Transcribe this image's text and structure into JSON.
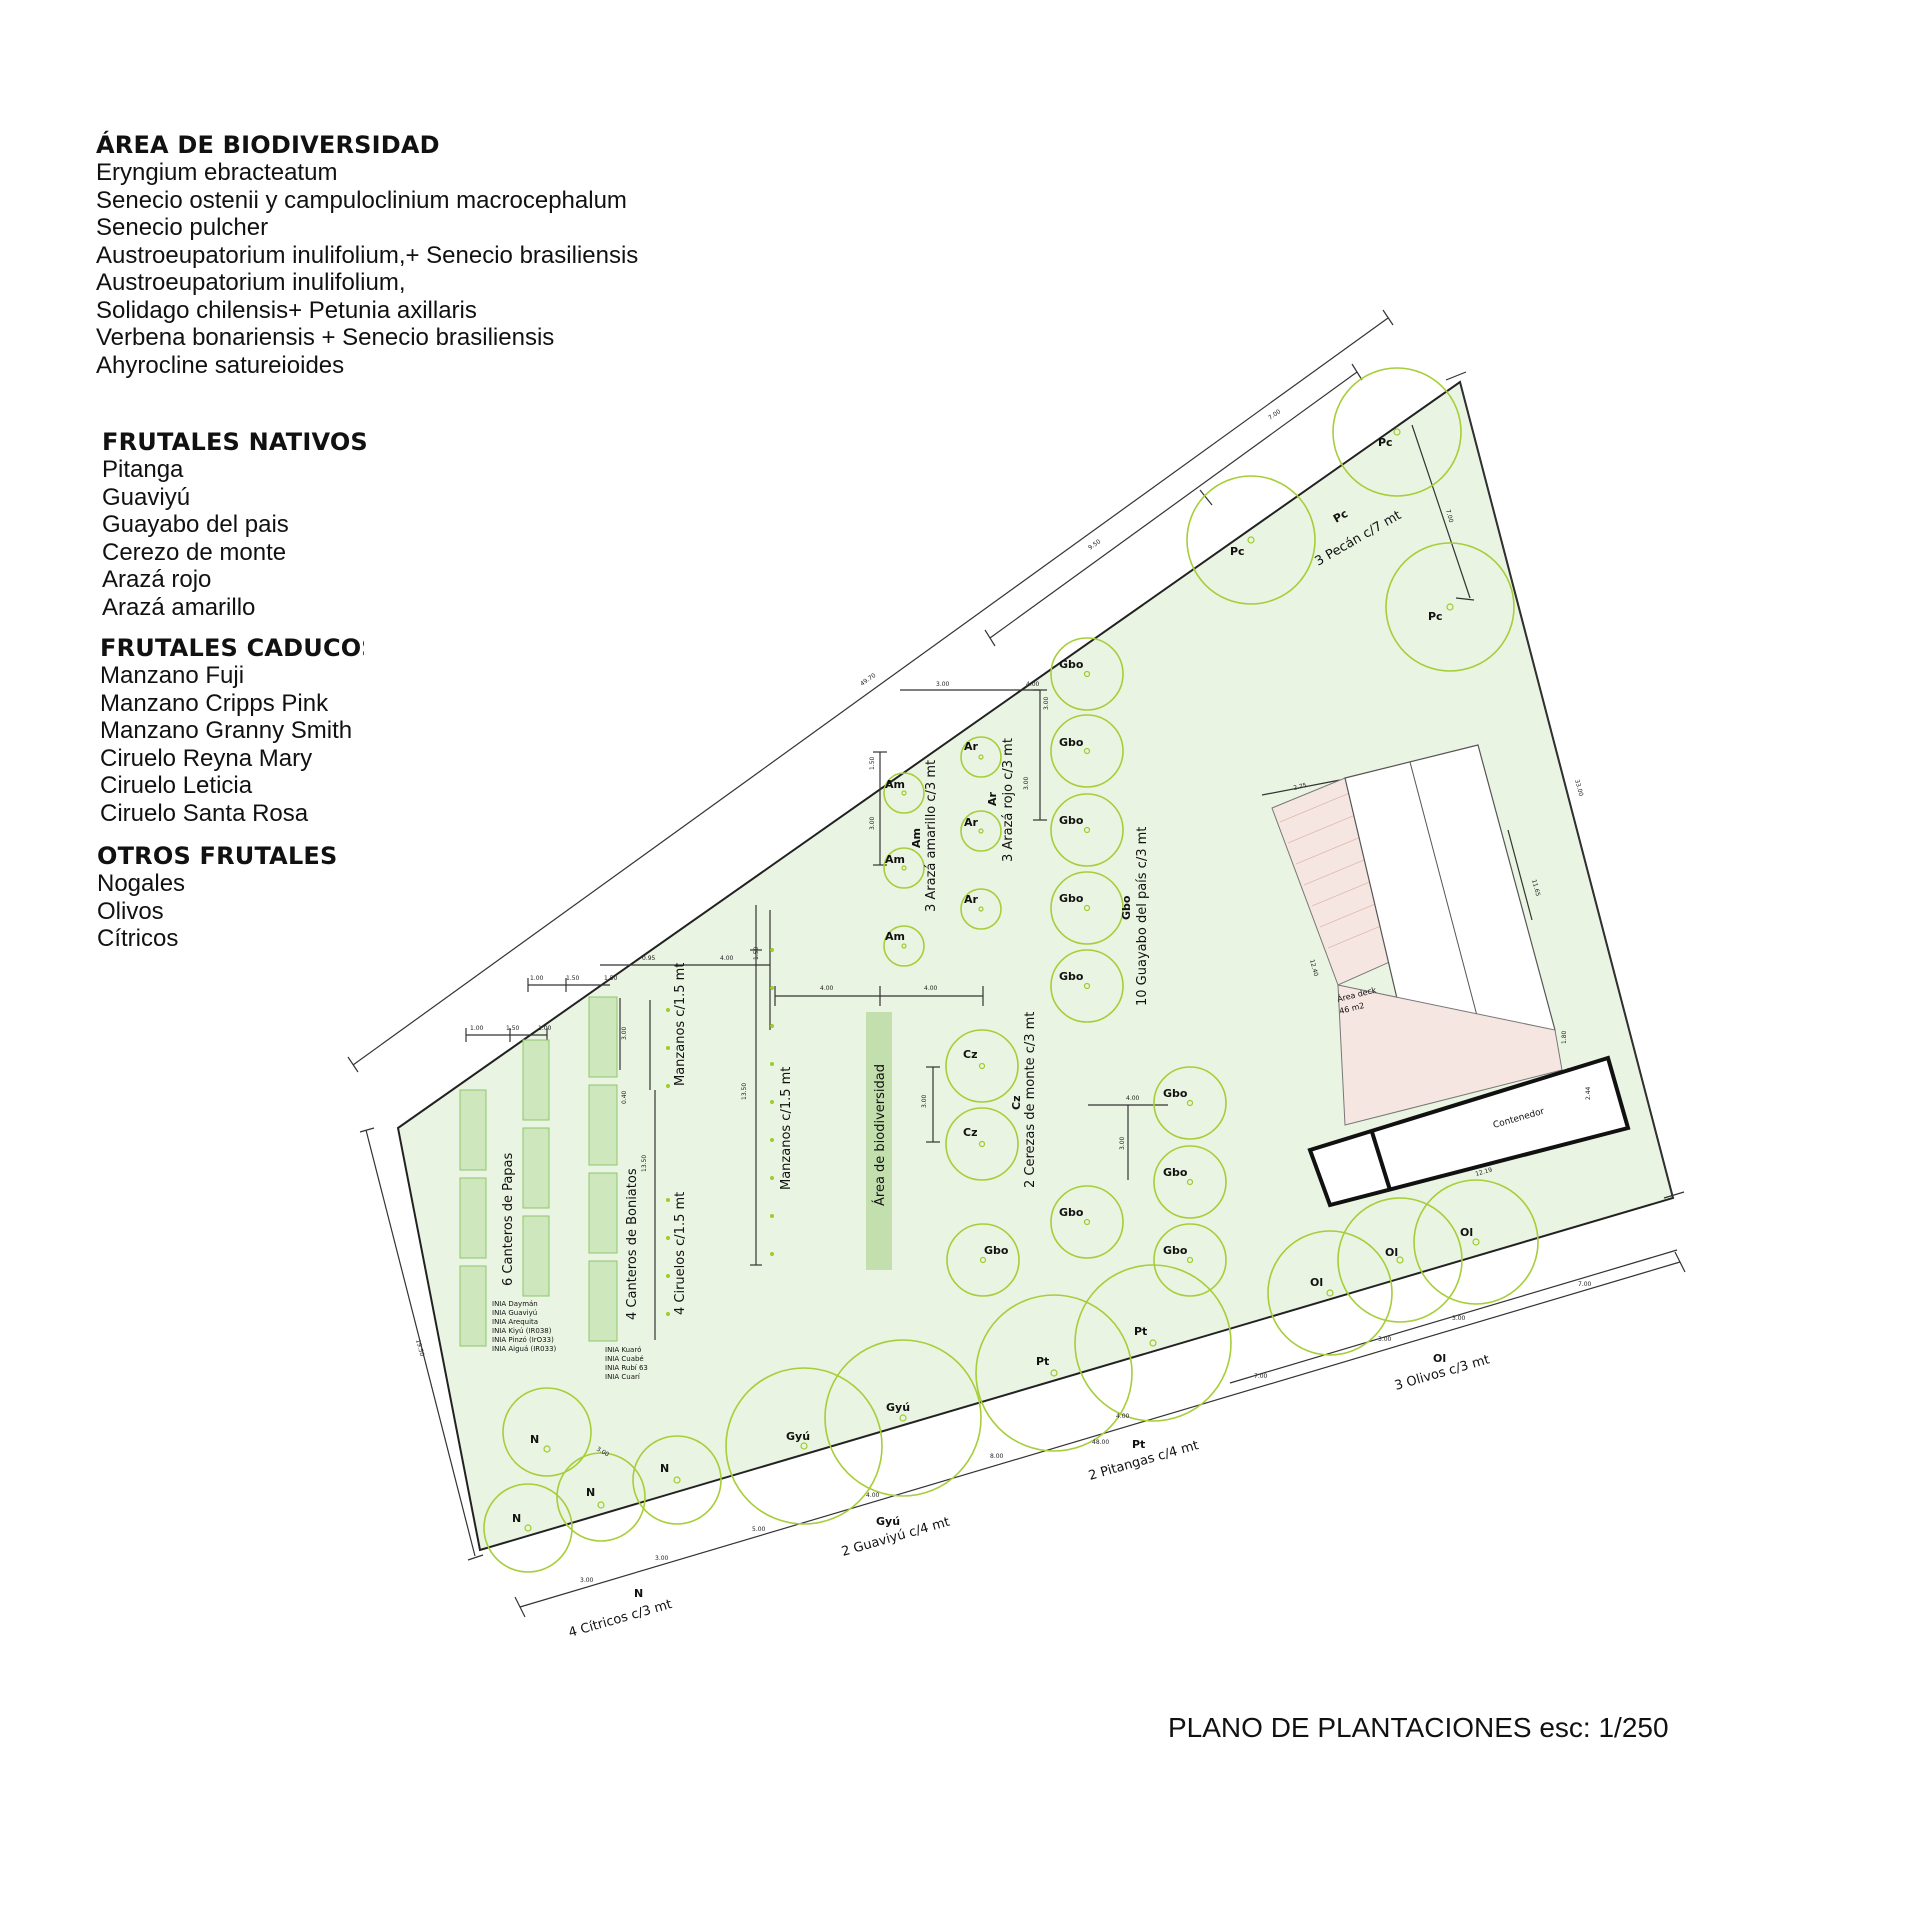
{
  "legend": {
    "biodiversidad": {
      "title": "ÁREA DE BIODIVERSIDAD",
      "items": [
        "Eryngium ebracteatum",
        "Senecio ostenii y campuloclinium macrocephalum",
        "Senecio pulcher",
        "Austroeupatorium inulifolium,+ Senecio brasiliensis",
        "Austroeupatorium inulifolium,",
        "Solidago chilensis+ Petunia axillaris",
        "Verbena bonariensis + Senecio brasiliensis",
        "Ahyrocline satureioides"
      ]
    },
    "nativos": {
      "title": "FRUTALES NATIVOS",
      "items": [
        "Pitanga",
        "Guaviyú",
        "Guayabo del pais",
        "Cerezo de monte",
        "Arazá rojo",
        "Arazá amarillo"
      ]
    },
    "caducos": {
      "title": "FRUTALES CADUCOS",
      "items": [
        "Manzano Fuji",
        "Manzano Cripps Pink",
        "Manzano Granny Smith",
        "Ciruelo Reyna Mary",
        "Ciruelo Leticia",
        "Ciruelo Santa Rosa"
      ]
    },
    "otros": {
      "title": "OTROS FRUTALES",
      "items": [
        "Nogales",
        "Olivos",
        "Cítricos"
      ]
    }
  },
  "plan": {
    "title": "PLANO DE PLANTACIONES esc: 1/250",
    "labels": {
      "pecan": "3 Pecán c/7 mt",
      "araza_amarillo": "3 Arazá amarillo c/3 mt",
      "araza_rojo": "3 Arazá rojo c/3 mt",
      "guayabo": "10 Guayabo del país c/3 mt",
      "cerezas": "2 Cerezas de monte c/3 mt",
      "manzanos_a": "Manzanos c/1.5 mt",
      "manzanos_b": "Manzanos c/1.5 mt",
      "ciruelos": "4 Ciruelos c/1.5 mt",
      "papas": "6 Canteros de Papas",
      "boniatos": "4 Canteros de Boniatos",
      "biodiversidad": "Área de biodiversidad",
      "olivos": "3 Olivos c/3 mt",
      "pitangas": "2 Pitangas c/4 mt",
      "guaviyu": "2 Guaviyú c/4 mt",
      "citricos": "4 Cítricos c/3 mt",
      "deck": "Área deck",
      "deck_area": "46 m2",
      "contenedor": "Contenedor"
    },
    "abbrev": {
      "Pc": "Pc",
      "Am": "Am",
      "Ar": "Ar",
      "Gbo": "Gbo",
      "Cz": "Cz",
      "Ol": "Ol",
      "Pt": "Pt",
      "Gyu": "Gyú",
      "N": "N"
    },
    "papas_varieties": [
      "INIA Daymán",
      "INIA Guaviyú",
      "INIA Arequita",
      "INIA Kiyú (IR038)",
      "INIA Pinzó (IrO33)",
      "INIA Aiguá  (IR033)"
    ],
    "boniatos_varieties": [
      "INIA Kuaró",
      "INIA Cuabé",
      "INIA Rubí 63",
      "INIA Cuarí"
    ],
    "dims": {
      "top_total": "49.70",
      "top_a": "7.00",
      "top_b": "9.50",
      "right_total": "33.00",
      "pc_v": "7.00",
      "left_total": "19.50",
      "bottom_total": "48.00",
      "b_700": "7.00",
      "b_300": "3.00",
      "b_400": "4.00",
      "b_800": "8.00",
      "b_500": "5.00",
      "d300": "3.00",
      "d400": "4.00",
      "d150": "1.50",
      "d100": "1.00",
      "d095": "0.95",
      "d040": "0.40",
      "d1350": "13.50",
      "d1355": "13.50",
      "d275": "2.75",
      "d1165": "11.65",
      "d1240": "12.40",
      "d180": "1.80",
      "d244": "2.44",
      "d1219": "12.19"
    },
    "colors": {
      "lot_fill": "#eaf4e2",
      "tree_stroke": "#a6ce39",
      "bed_fill": "#cfe7bc",
      "bed_stroke": "#8cc66b",
      "bio_fill": "#c2dfad",
      "dot": "#9ccc2a"
    }
  }
}
